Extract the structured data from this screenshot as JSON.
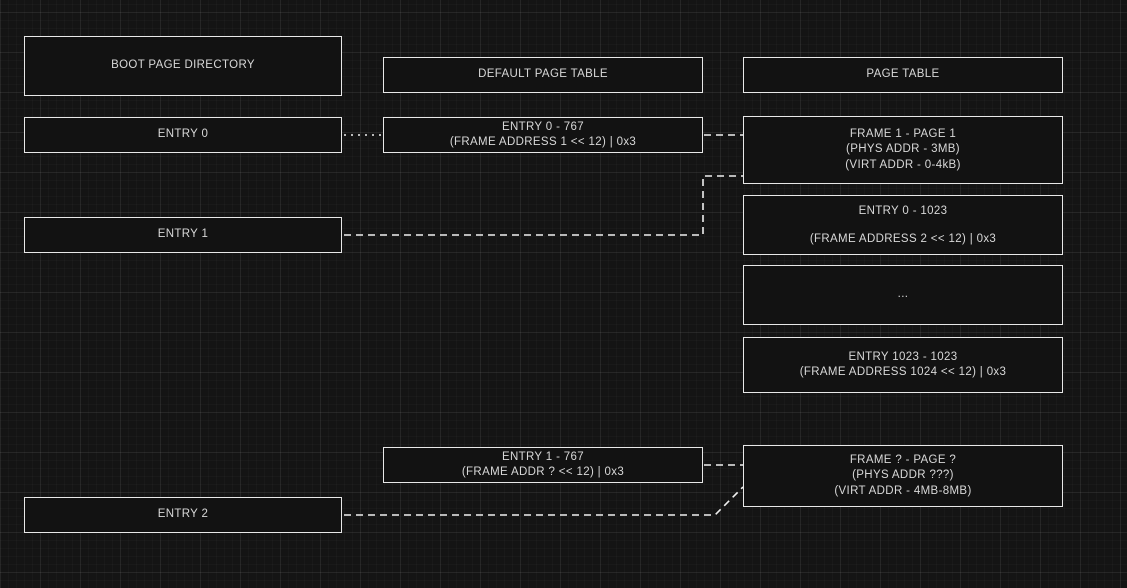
{
  "diagram": {
    "title": "x86 paging structures diagram",
    "background_color": "#141414",
    "box_border_color": "#e8e8e8",
    "text_color": "#d8d8d8",
    "columns": [
      {
        "name": "boot-page-directory",
        "header": "BOOT PAGE DIRECTORY"
      },
      {
        "name": "default-page-table",
        "header": "DEFAULT PAGE TABLE"
      },
      {
        "name": "page-table",
        "header": "PAGE TABLE"
      }
    ],
    "nodes": {
      "boot_page_directory_header": "BOOT PAGE DIRECTORY",
      "bpd_entry_0": "ENTRY 0",
      "bpd_entry_1": "ENTRY 1",
      "bpd_entry_2": "ENTRY 2",
      "default_page_table_header": "DEFAULT PAGE TABLE",
      "dpt_entry_0": "ENTRY 0 - 767\n(FRAME ADDRESS 1 << 12) | 0x3",
      "dpt_entry_1": "ENTRY 1 - 767\n(FRAME ADDR ? << 12)  | 0x3",
      "page_table_header": "PAGE TABLE",
      "pt_frame_1": "FRAME 1 - PAGE 1\n(PHYS ADDR - 3MB)\n(VIRT ADDR - 0-4kB)",
      "pt_entry_0_1023": "ENTRY 0 - 1023\n(FRAME ADDRESS 2 << 12) | 0x3",
      "pt_ellipsis": "...",
      "pt_entry_1023": "ENTRY 1023 - 1023\n(FRAME ADDRESS 1024 << 12) | 0x3",
      "pt_frame_unknown": "FRAME ? - PAGE ?\n(PHYS ADDR ???)\n(VIRT ADDR - 4MB-8MB)"
    },
    "connectors": [
      {
        "name": "entry0-to-dpt-entry0",
        "style": "dotted"
      },
      {
        "name": "dpt-entry0-to-frame1",
        "style": "dashed"
      },
      {
        "name": "entry1-to-frame1",
        "style": "dashed"
      },
      {
        "name": "dpt-entry1-to-frame-unknown",
        "style": "dashed"
      },
      {
        "name": "entry2-to-frame-unknown",
        "style": "dashed"
      }
    ]
  }
}
